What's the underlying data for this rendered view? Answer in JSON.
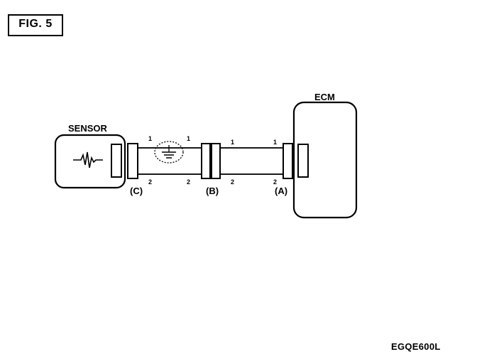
{
  "figure_label": "FIG. 5",
  "image_code": "EGQE600L",
  "components": {
    "sensor": {
      "label": "SENSOR"
    },
    "ecm": {
      "label": "ECM"
    }
  },
  "connectors": {
    "a": {
      "label": "(A)"
    },
    "b": {
      "label": "(B)"
    },
    "c": {
      "label": "(C)"
    }
  },
  "pins": {
    "c_1": "1",
    "c_2": "2",
    "b_left_1": "1",
    "b_left_2": "2",
    "b_right_1": "1",
    "b_right_2": "2",
    "a_1": "1",
    "a_2": "2"
  },
  "icons": {
    "signal": "waveform-icon",
    "shield": "ground-symbol-icon"
  }
}
